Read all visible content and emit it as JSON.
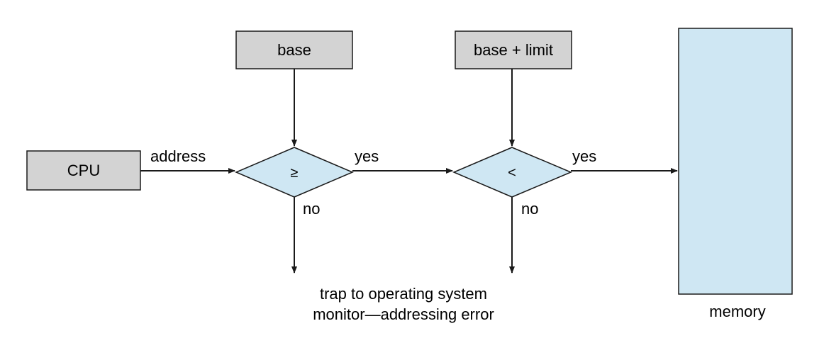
{
  "nodes": {
    "cpu": "CPU",
    "base": "base",
    "base_limit": "base + limit",
    "compare_ge": "≥",
    "compare_lt": "<",
    "memory": "memory"
  },
  "edges": {
    "address": "address",
    "yes_1": "yes",
    "yes_2": "yes",
    "no_1": "no",
    "no_2": "no"
  },
  "trap": {
    "line1": "trap to operating system",
    "line2": "monitor—addressing error"
  },
  "colors": {
    "box_fill": "#d3d3d3",
    "diamond_fill": "#cfe7f3",
    "memory_fill": "#cfe7f3",
    "stroke": "#1a1a1a"
  }
}
